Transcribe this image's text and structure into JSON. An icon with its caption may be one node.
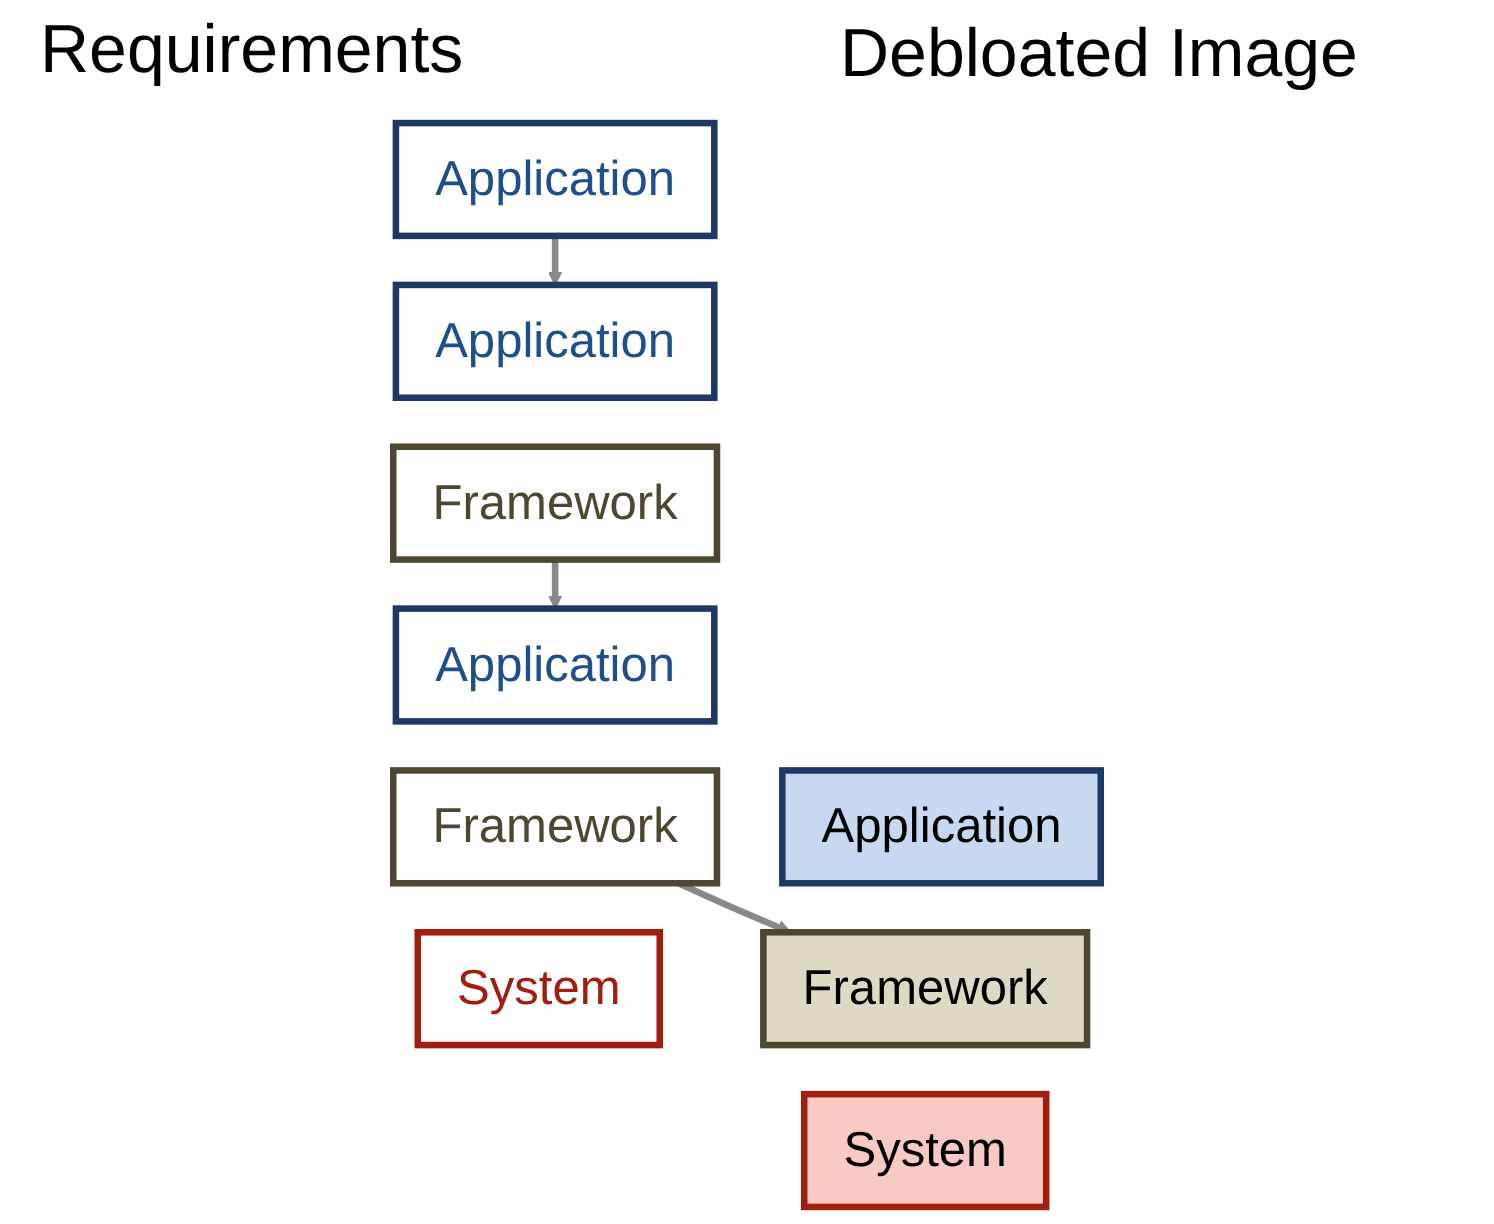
{
  "diagram": {
    "nodes": [
      {
        "text": [
          "Application"
        ]
      },
      {
        "text": [
          "Application"
        ]
      },
      {
        "text": [
          "Framework"
        ]
      },
      {
        "text": [
          "Application"
        ]
      },
      {
        "text": [
          "Framework"
        ]
      },
      {
        "text": [
          "System"
        ]
      },
      {
        "text": [
          "Application"
        ]
      },
      {
        "text": [
          "Framework"
        ]
      },
      {
        "text": [
          "System"
        ]
      }
    ],
    "edges": [
      {
        "from": 0,
        "to": 1,
        "arrow": "to"
      },
      {
        "from": 2,
        "to": 3,
        "arrow": "to"
      },
      {
        "from": 4,
        "to": 7,
        "arrow": "to"
      }
    ],
    "labels": [
      "Requirements",
      "Debloated Image"
    ]
  }
}
